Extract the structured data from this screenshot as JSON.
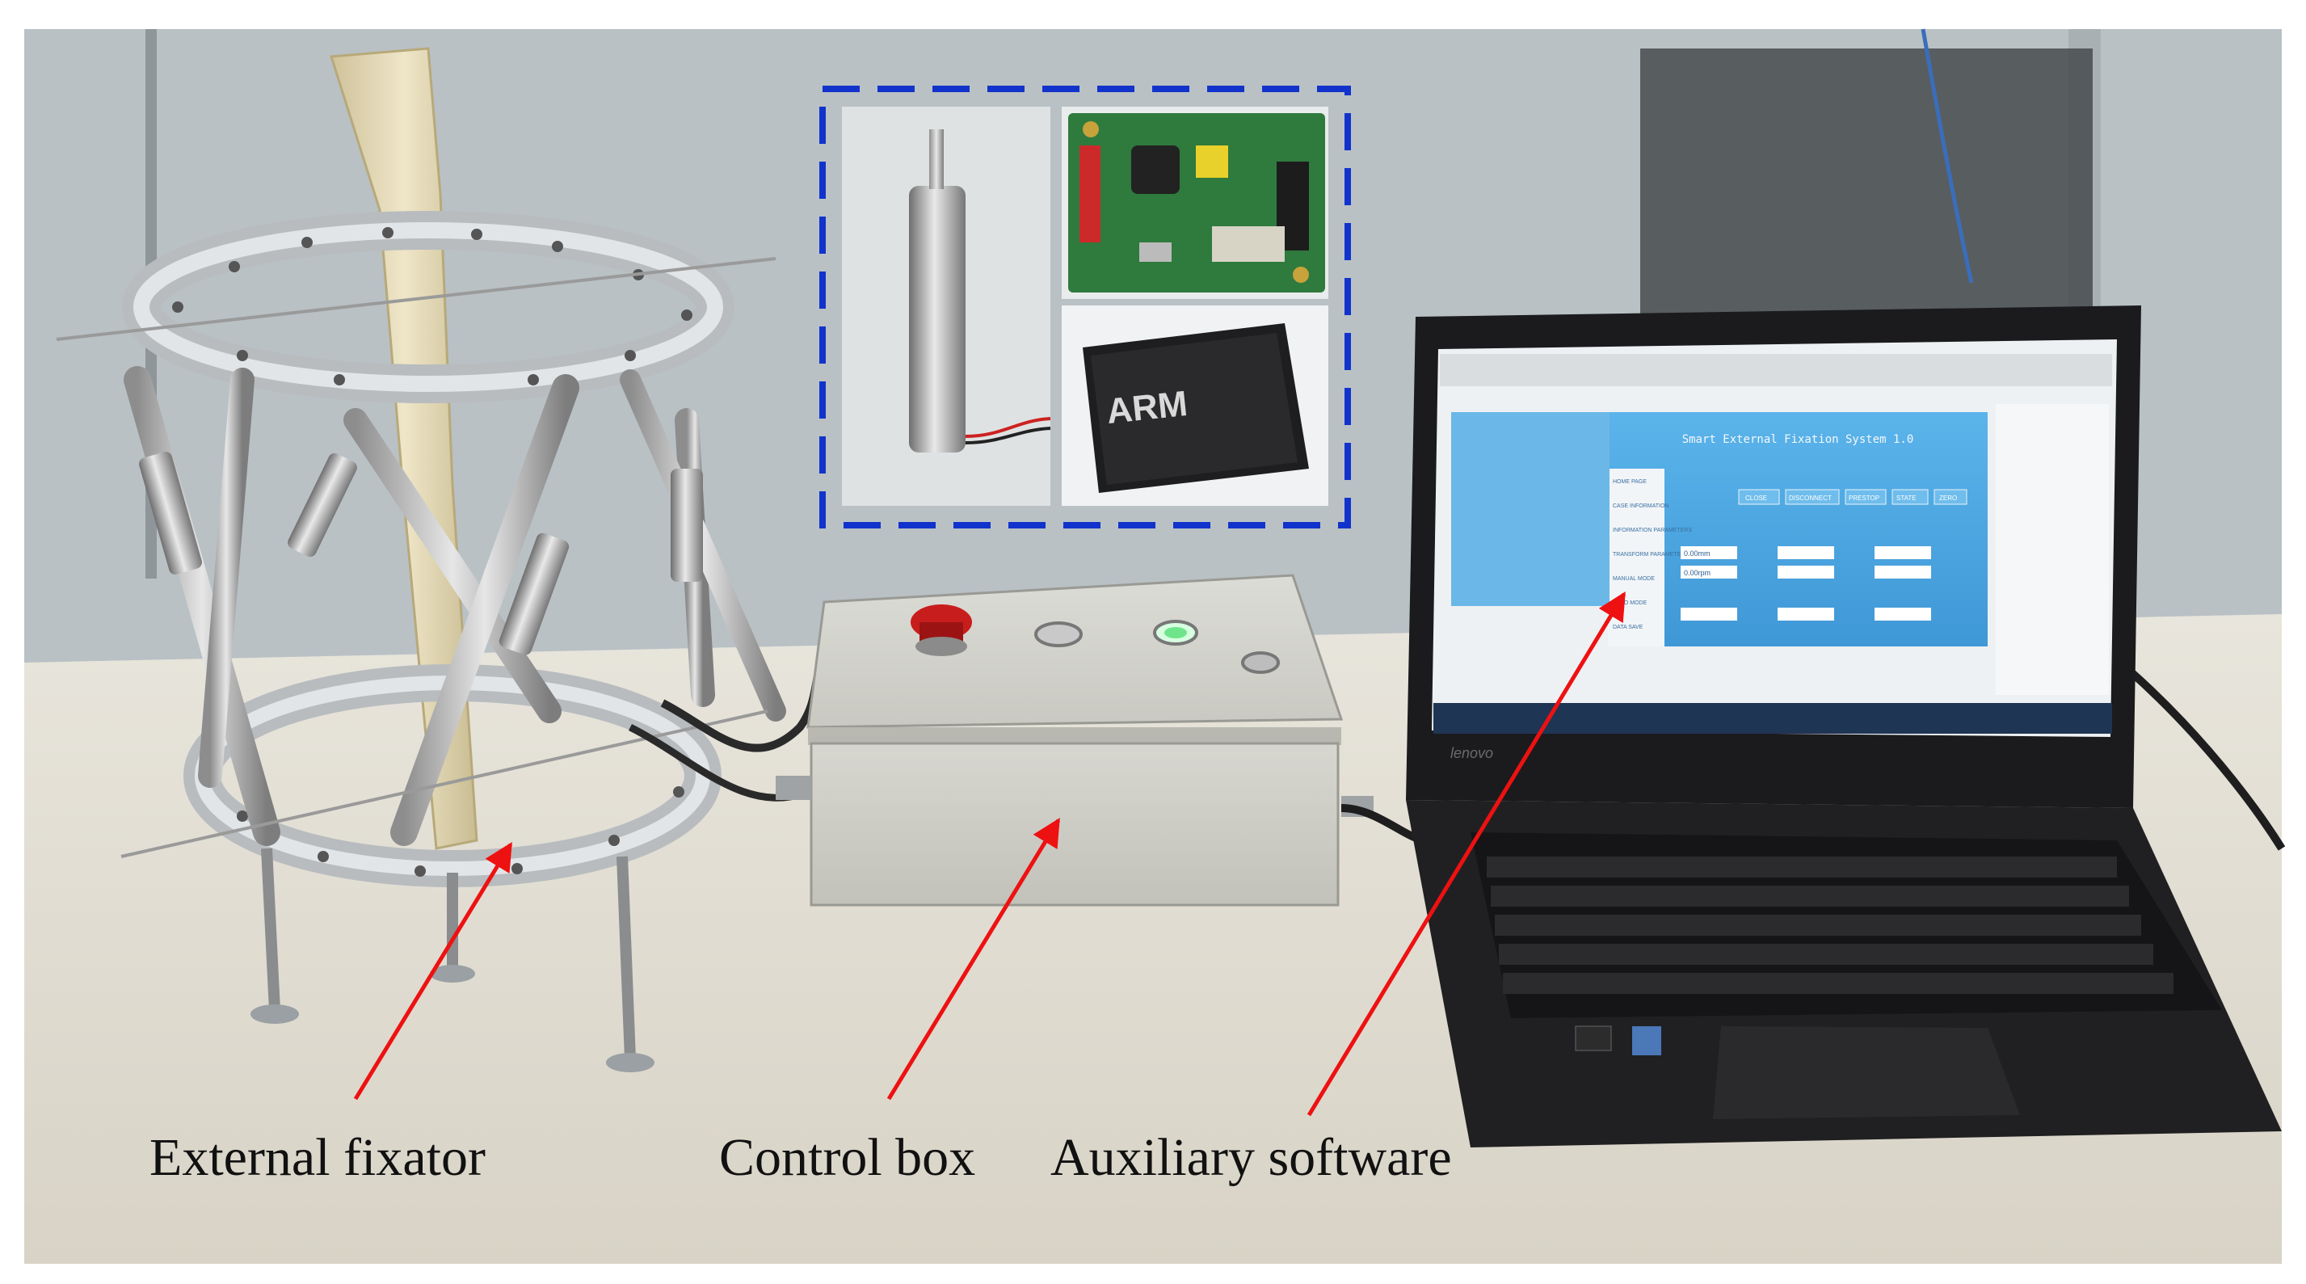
{
  "labels": {
    "external_fixator": "External fixator",
    "control_box": "Control box",
    "auxiliary_software": "Auxiliary software"
  },
  "laptop_screen": {
    "window_title": "Smart External Fixation System 1.0",
    "nav_items": [
      "HOME PAGE",
      "CASE INFORMATION",
      "INFORMATION PARAMETERS",
      "TRANSFORM PARAMETERS",
      "MANUAL MODE",
      "AUTO MODE",
      "DATA SAVE"
    ],
    "buttons": [
      "CLOSE",
      "DISCONNECT",
      "PRESTOP",
      "STATE",
      "ZERO"
    ],
    "readouts": [
      "0.00mm",
      "0.00rpm"
    ]
  },
  "chip_marking": "ARM",
  "laptop_brand": "lenovo",
  "colors": {
    "arrow": "#ee1111",
    "dashed_box": "#1133cc",
    "screen_blue": "#4aa6df",
    "background": "#ffffff"
  }
}
